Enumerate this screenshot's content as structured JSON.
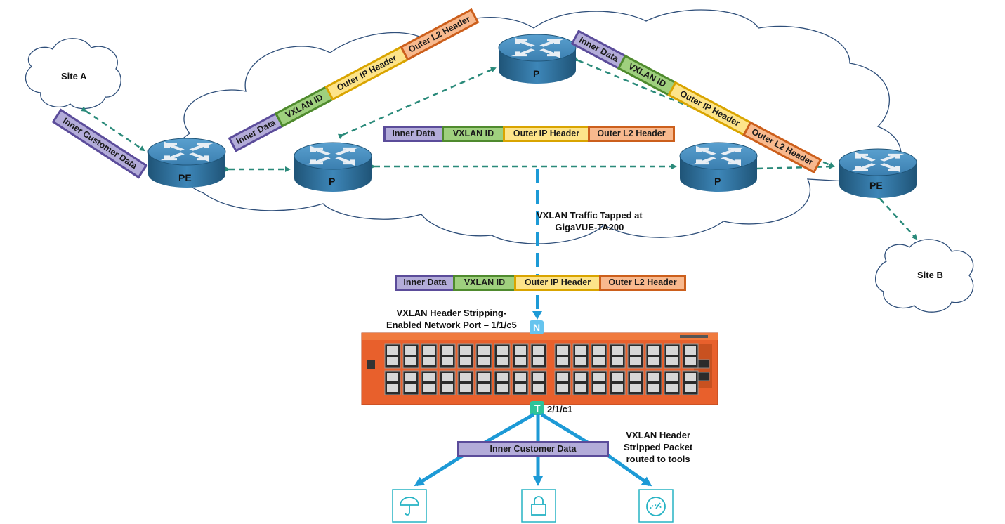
{
  "routers": {
    "pe_left": "PE",
    "p_top": "P",
    "p_mid_left": "P",
    "p_mid_right": "P",
    "pe_right": "PE"
  },
  "sites": {
    "site_a": "Site A",
    "site_b": "Site B"
  },
  "packets": {
    "inner_customer_data": "Inner Customer Data",
    "inner_data": "Inner Data",
    "vxlan_id": "VXLAN ID",
    "outer_ip_header": "Outer IP Header",
    "outer_l2_header": "Outer L2 Header"
  },
  "labels": {
    "tap": [
      "VXLAN Traffic Tapped at",
      "GigaVUE-TA200"
    ],
    "network_port": [
      "VXLAN Header Stripping-",
      "Enabled Network Port – 1/1/c5"
    ],
    "tool_port": "2/1/c1",
    "stripped": [
      "VXLAN Header",
      "Stripped Packet",
      "routed to tools"
    ],
    "port_n": "N",
    "port_t": "T"
  },
  "tools": [
    {
      "icon": "umbrella-icon"
    },
    {
      "icon": "lock-icon"
    },
    {
      "icon": "gauge-icon"
    }
  ],
  "colors": {
    "router": "#2e6f9a",
    "tap_line": "#1d9ad6",
    "dashed_link": "#2a8a7a",
    "appliance": "#e8602c",
    "tool_icon": "#26b3c4"
  }
}
